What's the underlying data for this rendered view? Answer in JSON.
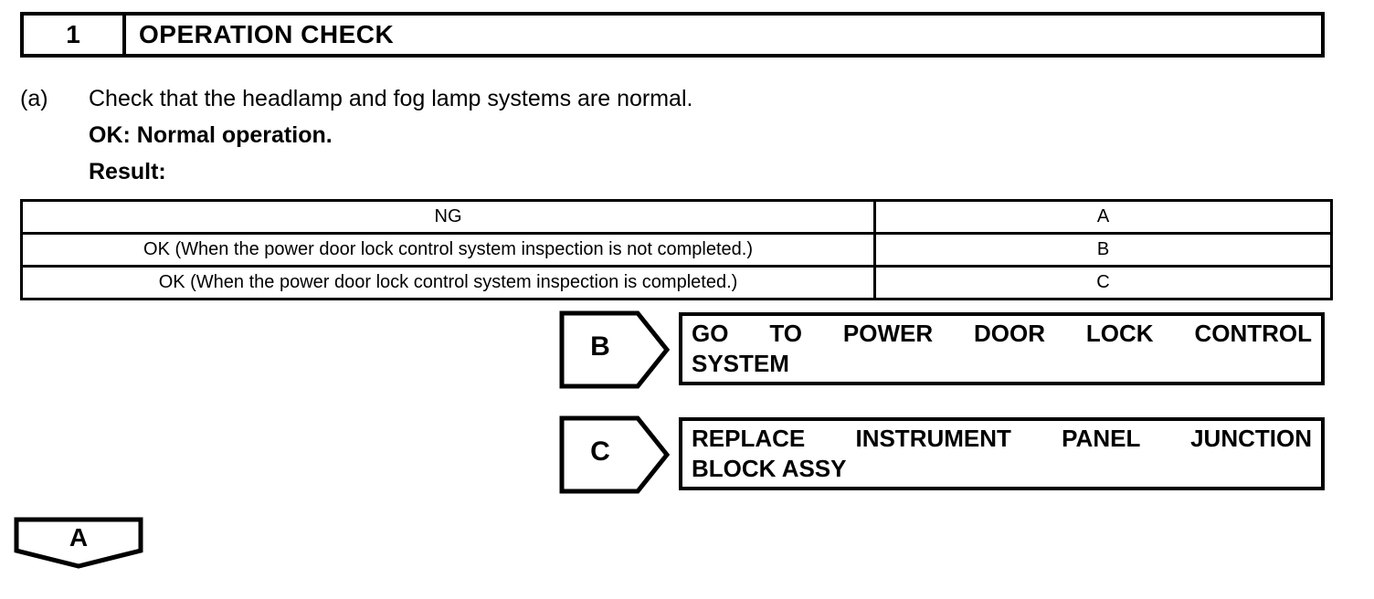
{
  "colors": {
    "ink": "#000000",
    "paper": "#ffffff"
  },
  "header": {
    "step_number": "1",
    "title": "OPERATION CHECK"
  },
  "instruction": {
    "marker": "(a)",
    "text": "Check that the headlamp and fog lamp systems are normal.",
    "ok_line": "OK: Normal operation.",
    "result_label": "Result:"
  },
  "result_table": {
    "rows": [
      {
        "condition": "NG",
        "result": "A"
      },
      {
        "condition": "OK (When the power door lock control system inspection is not completed.)",
        "result": "B"
      },
      {
        "condition": "OK (When the power door lock control system inspection is completed.)",
        "result": "C"
      }
    ]
  },
  "branches": [
    {
      "label": "B",
      "line1": "GO TO POWER DOOR LOCK CONTROL",
      "line2": "SYSTEM"
    },
    {
      "label": "C",
      "line1": "REPLACE INSTRUMENT PANEL JUNCTION",
      "line2": "BLOCK ASSY"
    }
  ],
  "continuation": {
    "label": "A"
  }
}
